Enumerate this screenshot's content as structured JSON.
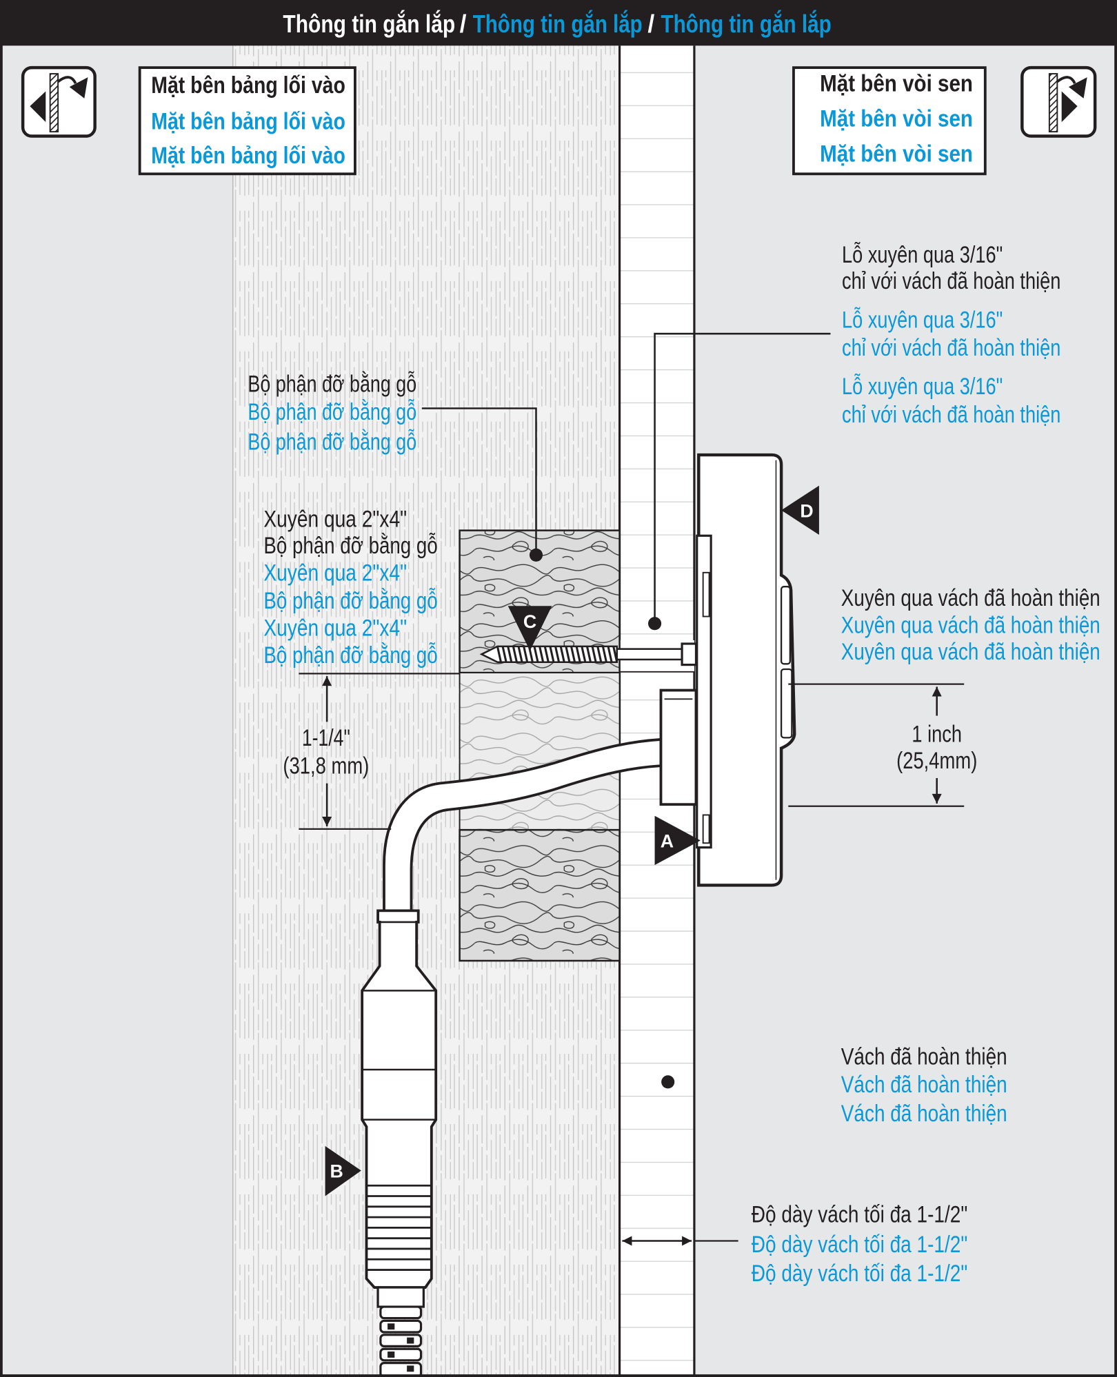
{
  "header": {
    "title_1": "Thông tin gắn lắp",
    "separator_1": "/",
    "title_2": "Thông tin gắn lắp",
    "separator_2": "/",
    "title_3": "Thông tin gắn lắp"
  },
  "panel_side": {
    "icon": "panel-side-icon",
    "lines": [
      "Mặt bên bảng lối vào",
      "Mặt bên bảng lối vào",
      "Mặt bên bảng lối vào"
    ]
  },
  "shower_side": {
    "icon": "shower-side-icon",
    "lines": [
      "Mặt bên vòi sen",
      "Mặt bên vòi sen",
      "Mặt bên vòi sen"
    ]
  },
  "callouts": {
    "through_hole": [
      "Lỗ xuyên qua 3/16\"",
      "chỉ với vách đã hoàn thiện",
      "Lỗ xuyên qua 3/16\"",
      "chỉ với vách đã hoàn thiện",
      "Lỗ xuyên qua 3/16\"",
      "chỉ với vách đã hoàn thiện"
    ],
    "wood_support": [
      "Bộ phận đỡ bằng gỗ",
      "Bộ phận đỡ bằng gỗ",
      "Bộ phận đỡ bằng gỗ"
    ],
    "through_stud": [
      "Xuyên qua 2\"x4\"",
      "Bộ phận đỡ bằng gỗ",
      "Xuyên qua 2\"x4\"",
      "Bộ phận đỡ bằng gỗ",
      "Xuyên qua 2\"x4\"",
      "Bộ phận đỡ bằng gỗ"
    ],
    "through_wall": [
      "Xuyên qua vách đã hoàn thiện",
      "Xuyên qua vách đã hoàn thiện",
      "Xuyên qua vách đã hoàn thiện"
    ],
    "finished_wall": [
      "Vách đã hoàn thiện",
      "Vách đã hoàn thiện",
      "Vách đã hoàn thiện"
    ],
    "max_wall_thickness": [
      "Độ dày vách tối đa 1-1/2\"",
      "Độ dày vách tối đa 1-1/2\"",
      "Độ dày vách tối đa 1-1/2\""
    ]
  },
  "dimensions": {
    "stud_offset": [
      "1-1/4\"",
      "(31,8 mm)"
    ],
    "wall_offset": [
      "1 inch",
      "(25,4mm)"
    ]
  },
  "markers": {
    "a": "A",
    "b": "B",
    "c": "C",
    "d": "D"
  },
  "colors": {
    "ink": "#231f20",
    "accent": "#0a98d8",
    "background": "#e6e7e8",
    "paper": "#ffffff"
  }
}
